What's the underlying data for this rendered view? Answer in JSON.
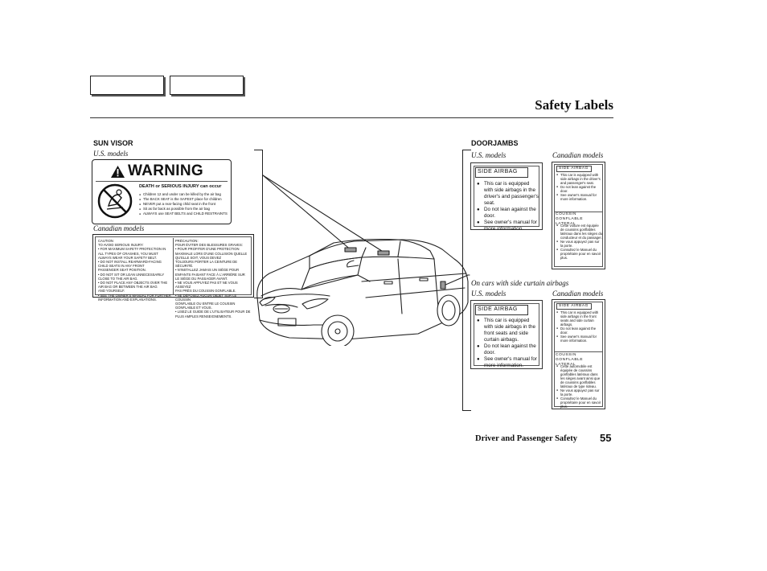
{
  "header": {
    "title": "Safety Labels"
  },
  "sun_visor": {
    "heading": "SUN VISOR",
    "us_label": "U.S. models",
    "warning_title": "WARNING",
    "warning_headline": "DEATH or SERIOUS INJURY can occur",
    "warning_items": [
      "Children 12 and under can be killed by the air bag",
      "The BACK SEAT is the SAFEST place for children",
      "NEVER put a rear-facing child seat in the front",
      "Sit as far back as possible from the air bag",
      "ALWAYS use SEAT BELTS and CHILD RESTRAINTS"
    ],
    "canadian_label": "Canadian models",
    "caution_text": "CAUTION\nTO AVOID SERIOUS INJURY:\n• FOR MAXIMUM SAFETY PROTECTION IN\n  ALL TYPES OF CRASHES, YOU MUST\n  ALWAYS WEAR YOUR SAFETY BELT.\n• DO NOT INSTALL REARWARD-FACING\n  CHILD SEATS IN ANY FRONT\n  PASSENGER SEAT POSITION.\n• DO NOT SIT OR LEAN UNNECESSARILY\n  CLOSE TO THE AIR BAG.\n• DO NOT PLACE ANY OBJECTS OVER THE\n  AIR BAG OR BETWEEN THE AIR BAG\n  AND YOURSELF.\n• SEE THE OWNER'S MANUAL FOR FURTHER\n  INFORMATION AND EXPLANATIONS.",
    "precaution_text": "PRÉCAUTION:\nPOUR ÉVITER DES BLESSURES GRAVES:\n• POUR PROFITER D'UNE PROTECTION\n  MAXIMALE LORS D'UNE COLLISION QUELLE\n  QU'ELLE SOIT, VOUS DEVEZ\n  TOUJOURS PORTER LA CEINTURE DE SÉCURITÉ.\n• N'INSTALLEZ JAMAIS UN SIÈGE POUR\n  ENFANTS FAISANT FACE À L'ARRIÈRE SUR\n  LE SIÈGE DU PASSAGER AVANT.\n• NE VOUS APPUYEZ PAS ET NE VOUS ASSEYEZ\n  PAS PRÈS DU COUSSIN GONFLABLE.\n• NE DÉPOSEZ AUCUN OBJET SUR LE COUSSIN\n  GONFLABLE OU ENTRE LE COUSSIN\n  GONFLABLE ET VOUS.\n• LISEZ LE GUIDE DE L'UTILISATEUR POUR DE\n  PLUS AMPLES RENSEIGNEMENTS."
  },
  "doorjambs": {
    "heading": "DOORJAMBS",
    "us_label": "U.S. models",
    "canadian_label": "Canadian models",
    "us_side_label": {
      "title": "SIDE AIRBAG",
      "items": [
        "This car is equipped with side airbags in the driver's and passenger's seat.",
        "Do not lean against the door.",
        "See owner's manual for more information."
      ]
    },
    "ca_side_label": {
      "title": "SIDE AIRBAG",
      "items": [
        "This car is equipped with side airbags in the driver's and passenger's seat.",
        "Do not lean against the door.",
        "See owner's manual for more information."
      ],
      "french_title": "COUSSIN GONFLABLE LATERAL",
      "french_items": [
        "Cette voiture est équipée de coussins gonflables latéraux dans les sièges du conducteur et du passager.",
        "Ne vous appuyez pas sur la porte.",
        "Consultez le Manuel du propriétaire pour en savoir plus."
      ]
    },
    "curtain_caption": "On cars with side curtain airbags",
    "us_label_2": "U.S. models",
    "canadian_label_2": "Canadian models",
    "us_curtain_label": {
      "title": "SIDE AIRBAG",
      "items": [
        "This car is equipped with side airbags in the front seats and side curtain airbags.",
        "Do not lean against the door.",
        "See owner's manual for more information."
      ]
    },
    "ca_curtain_label": {
      "title": "SIDE AIRBAG",
      "items": [
        "This car is equipped with side airbags in the front seats and side curtain airbags.",
        "Do not lean against the door.",
        "See owner's manual for more information."
      ],
      "french_title": "COUSSIN GONFLABLE LATERAL",
      "french_items": [
        "Cette automobile est équipée de coussins gonflables latéraux dans les sièges avant ainsi que de coussins gonflables latéraux de type rideau.",
        "Ne vous appuyez pas sur la porte.",
        "Consultez le Manuel du propriétaire pour en savoir plus."
      ]
    }
  },
  "footer": {
    "section": "Driver and Passenger Safety",
    "page_number": "55"
  }
}
